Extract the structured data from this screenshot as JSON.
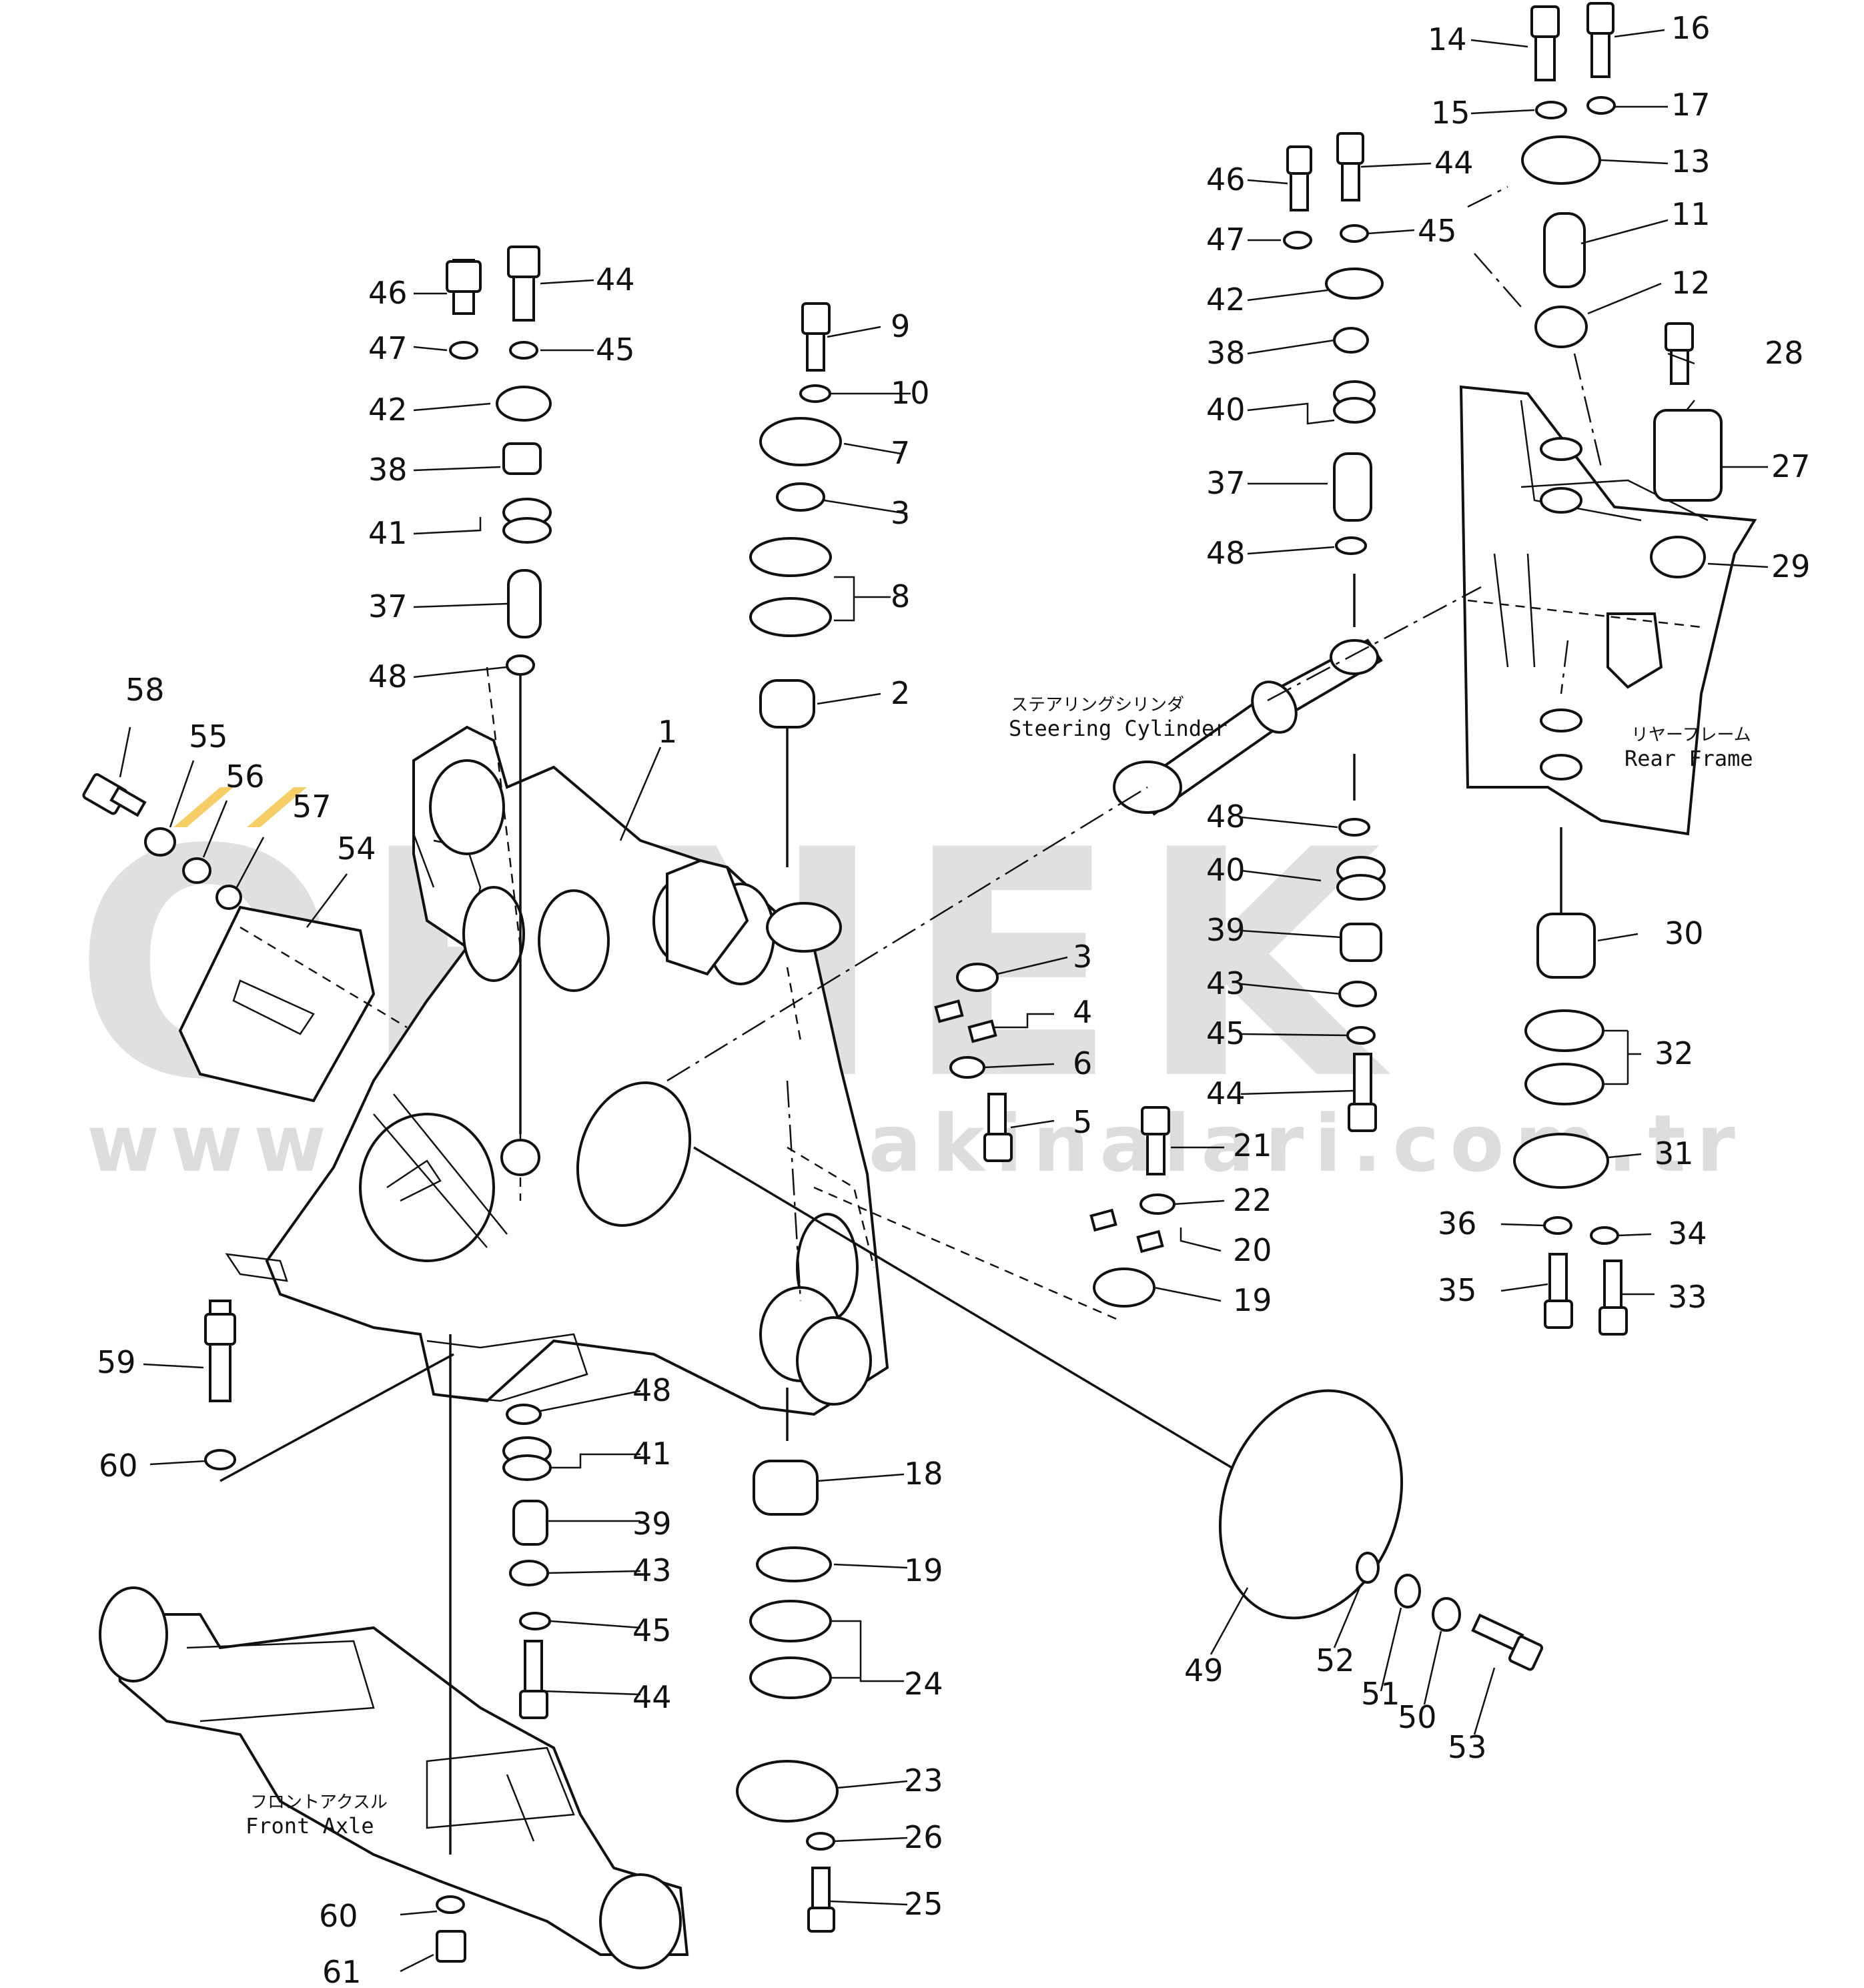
{
  "watermark": {
    "brand": "ORNEK",
    "url": "www.ornekismakinalari.com.tr",
    "accent_color": "#f3c54a"
  },
  "labels": {
    "steering_cylinder_jp": "ステアリングシリンダ",
    "steering_cylinder_en": "Steering Cylinder",
    "rear_frame_jp": "リヤーフレーム",
    "rear_frame_en": "Rear Frame",
    "front_axle_jp": "フロントアクスル",
    "front_axle_en": "Front Axle"
  },
  "callouts": [
    {
      "id": "c14",
      "text": "14"
    },
    {
      "id": "c16",
      "text": "16"
    },
    {
      "id": "c15",
      "text": "15"
    },
    {
      "id": "c17",
      "text": "17"
    },
    {
      "id": "c13",
      "text": "13"
    },
    {
      "id": "c46r",
      "text": "46"
    },
    {
      "id": "c44r",
      "text": "44"
    },
    {
      "id": "c11",
      "text": "11"
    },
    {
      "id": "c47r",
      "text": "47"
    },
    {
      "id": "c45r",
      "text": "45"
    },
    {
      "id": "c42r",
      "text": "42"
    },
    {
      "id": "c12",
      "text": "12"
    },
    {
      "id": "c38r",
      "text": "38"
    },
    {
      "id": "c28",
      "text": "28"
    },
    {
      "id": "c40r",
      "text": "40"
    },
    {
      "id": "c27",
      "text": "27"
    },
    {
      "id": "c37r",
      "text": "37"
    },
    {
      "id": "c48r",
      "text": "48"
    },
    {
      "id": "c29",
      "text": "29"
    },
    {
      "id": "c46l",
      "text": "46"
    },
    {
      "id": "c44l",
      "text": "44"
    },
    {
      "id": "c9",
      "text": "9"
    },
    {
      "id": "c47l",
      "text": "47"
    },
    {
      "id": "c45l",
      "text": "45"
    },
    {
      "id": "c10",
      "text": "10"
    },
    {
      "id": "c42l",
      "text": "42"
    },
    {
      "id": "c7",
      "text": "7"
    },
    {
      "id": "c38l",
      "text": "38"
    },
    {
      "id": "c3a",
      "text": "3"
    },
    {
      "id": "c41l",
      "text": "41"
    },
    {
      "id": "c8",
      "text": "8"
    },
    {
      "id": "c37l",
      "text": "37"
    },
    {
      "id": "c48l",
      "text": "48"
    },
    {
      "id": "c2",
      "text": "2"
    },
    {
      "id": "c58",
      "text": "58"
    },
    {
      "id": "c55",
      "text": "55"
    },
    {
      "id": "c56",
      "text": "56"
    },
    {
      "id": "c57",
      "text": "57"
    },
    {
      "id": "c1",
      "text": "1"
    },
    {
      "id": "c54",
      "text": "54"
    },
    {
      "id": "c48m",
      "text": "48"
    },
    {
      "id": "c40m",
      "text": "40"
    },
    {
      "id": "c39m",
      "text": "39"
    },
    {
      "id": "c43m",
      "text": "43"
    },
    {
      "id": "c45m",
      "text": "45"
    },
    {
      "id": "c44m",
      "text": "44"
    },
    {
      "id": "c3b",
      "text": "3"
    },
    {
      "id": "c4",
      "text": "4"
    },
    {
      "id": "c6",
      "text": "6"
    },
    {
      "id": "c5",
      "text": "5"
    },
    {
      "id": "c30",
      "text": "30"
    },
    {
      "id": "c32",
      "text": "32"
    },
    {
      "id": "c31",
      "text": "31"
    },
    {
      "id": "c36",
      "text": "36"
    },
    {
      "id": "c34",
      "text": "34"
    },
    {
      "id": "c35",
      "text": "35"
    },
    {
      "id": "c33",
      "text": "33"
    },
    {
      "id": "c21",
      "text": "21"
    },
    {
      "id": "c22",
      "text": "22"
    },
    {
      "id": "c20",
      "text": "20"
    },
    {
      "id": "c19a",
      "text": "19"
    },
    {
      "id": "c59",
      "text": "59"
    },
    {
      "id": "c60a",
      "text": "60"
    },
    {
      "id": "c48b",
      "text": "48"
    },
    {
      "id": "c41b",
      "text": "41"
    },
    {
      "id": "c39b",
      "text": "39"
    },
    {
      "id": "c43b",
      "text": "43"
    },
    {
      "id": "c45b",
      "text": "45"
    },
    {
      "id": "c44b",
      "text": "44"
    },
    {
      "id": "c18",
      "text": "18"
    },
    {
      "id": "c19b",
      "text": "19"
    },
    {
      "id": "c24",
      "text": "24"
    },
    {
      "id": "c23",
      "text": "23"
    },
    {
      "id": "c26",
      "text": "26"
    },
    {
      "id": "c25",
      "text": "25"
    },
    {
      "id": "c49",
      "text": "49"
    },
    {
      "id": "c52",
      "text": "52"
    },
    {
      "id": "c51",
      "text": "51"
    },
    {
      "id": "c50",
      "text": "50"
    },
    {
      "id": "c53",
      "text": "53"
    },
    {
      "id": "c60b",
      "text": "60"
    },
    {
      "id": "c61",
      "text": "61"
    }
  ]
}
